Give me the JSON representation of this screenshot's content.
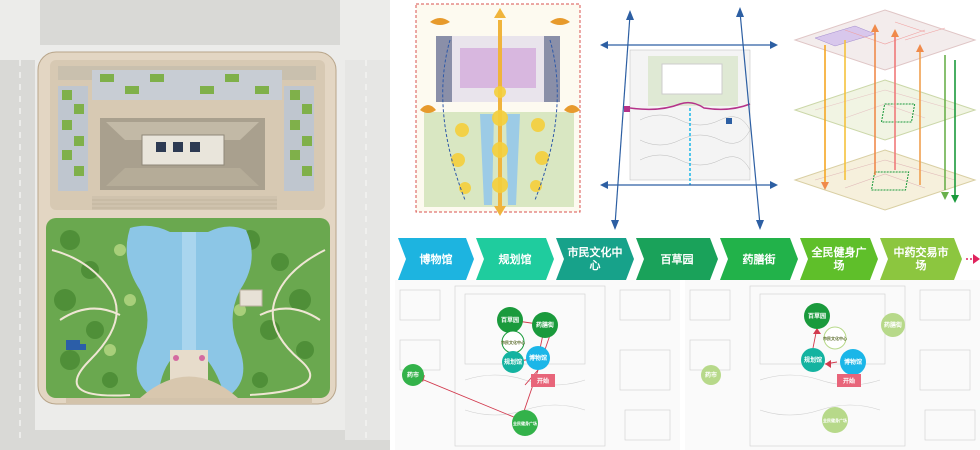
{
  "sequence": [
    {
      "label": "博物馆",
      "color": "#1db4e0"
    },
    {
      "label": "规划馆",
      "color": "#1fcc9e"
    },
    {
      "label": "市民文化中心",
      "color": "#17a28a"
    },
    {
      "label": "百草园",
      "color": "#1aa25a"
    },
    {
      "label": "药膳街",
      "color": "#22b24a"
    },
    {
      "label": "全民健身广场",
      "color": "#5fbf2a"
    },
    {
      "label": "中药交易市场",
      "color": "#8cc63f"
    }
  ],
  "arrow_color": "#e0245e",
  "route_a": {
    "nodes": {
      "baicaoyuan": "百草园",
      "shimin": "市民文化中心",
      "yaoshan": "药膳街",
      "guihua": "规划馆",
      "bowu": "博物馆",
      "start": "开始",
      "yaoshi": "药市",
      "quanmin": "全民健身广场"
    }
  },
  "route_b": {
    "nodes": {
      "baicaoyuan": "百草园",
      "shimin": "市民文化中心",
      "yaoshan": "药膳街",
      "guihua": "规划馆",
      "bowu": "博物馆",
      "start": "开始",
      "yaoshi": "药市",
      "quanmin": "全民健身广场"
    }
  },
  "colors": {
    "dark_green": "#1a9a3c",
    "green": "#33b24a",
    "light_green": "#b7d98a",
    "teal": "#14b3a0",
    "blue": "#1bb6e8",
    "start_box": "#e8657a",
    "route_line": "#d23a4e"
  }
}
